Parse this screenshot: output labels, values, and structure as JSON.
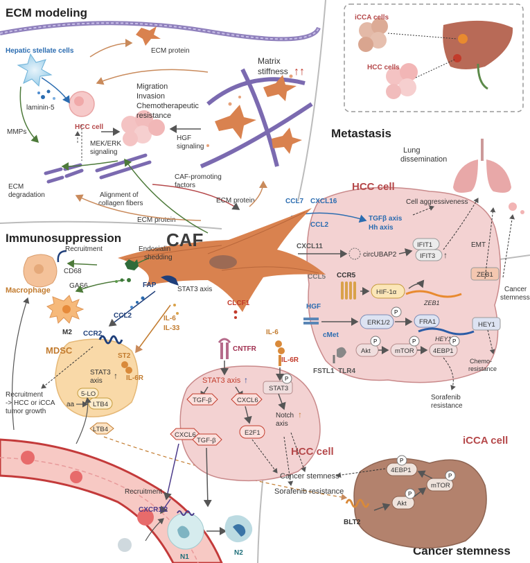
{
  "sections": {
    "ecm": "ECM modeling",
    "immuno": "Immunosuppression",
    "metastasis": "Metastasis",
    "stemness": "Cancer stemness"
  },
  "center": "CAF",
  "ecm": {
    "hsc": "Hepatic stellate cells",
    "laminin": "laminin-5",
    "hcc": "HCC cell",
    "mmps": "MMPs",
    "degradation": [
      "ECM",
      "degradation"
    ],
    "alignment": [
      "Alignment of",
      "collagen fibers"
    ],
    "mekerk": [
      "MEK/ERK",
      "signaling"
    ],
    "hgf": [
      "HGF",
      "signaling"
    ],
    "migration": [
      "Migration",
      "Invasion",
      "Chemotherapeutic",
      "resistance"
    ],
    "ecm_protein_top": "ECM protein",
    "ecm_protein_right": "ECM protein",
    "ecm_protein_bottom": "ECM protein",
    "stiffness": "Matrix",
    "stiffness2": "stiffness",
    "stiffness_arrows": "↑↑",
    "caf_promoting": [
      "CAF-promoting",
      "factors"
    ]
  },
  "inset": {
    "icca": "iCCA cells",
    "hcc": "HCC cells"
  },
  "metastasis": {
    "lung": [
      "Lung",
      "dissemination"
    ],
    "hcc_cell": "HCC cell",
    "ccl7": "CCL7",
    "cxcl16": "CXCL16",
    "ccl2": "CCL2",
    "tgfb_axis": "TGFβ axis",
    "hh_axis": "Hh axis",
    "aggressive": "Cell aggressiveness",
    "cxcl11": "CXCL11",
    "circ": "circUBAP2",
    "ifit1": "IFIT1",
    "ifit3": "IFIT3",
    "emt": "EMT",
    "zeb1": "ZEB1",
    "zeb1_gene": "ZEB1",
    "ccl5": "CCL5",
    "ccr5": "CCR5",
    "hif": "HIF-1α",
    "cancer_stemness": [
      "Cancer",
      "stemness"
    ],
    "hgf": "HGF",
    "cmet": "cMet",
    "erk": "ERK1/2",
    "fra1": "FRA1",
    "hey1_gene": "HEY1",
    "hey1": "HEY1",
    "akt": "Akt",
    "mtor": "mTOR",
    "ebp1": "4EBP1",
    "p": "P",
    "fstl1": "FSTL1",
    "tlr4": "TLR4",
    "chemo": [
      "Chemo-",
      "resistance"
    ],
    "sorafenib": [
      "Sorafenib",
      "resistance"
    ]
  },
  "immuno": {
    "recruitment": "Recruitment",
    "cd68": "CD68",
    "endosialin": [
      "Endosialin",
      "shedding"
    ],
    "gas6": "GAS6",
    "macrophage": "Macrophage",
    "m2": "M2",
    "fap": "FAP",
    "stat3": "STAT3 axis",
    "ccl2": "CCL2",
    "mdsc": "MDSC",
    "ccr2": "CCR2",
    "st2": "ST2",
    "il6": "IL-6",
    "il33": "IL-33",
    "il6r": "IL-6R",
    "stat3_axis": [
      "STAT3",
      "axis"
    ],
    "lo5": "5-LO",
    "aa": "aa",
    "ltb4": "LTB4",
    "ltb4_out": "LTB4",
    "recruit_text": [
      "Recruitment",
      "-> HCC or iCCA",
      "tumor growth"
    ],
    "recruitment2": "Recruitment",
    "cxcr": "CXCR1/2",
    "n1": "N1",
    "n2": "N2"
  },
  "stemness": {
    "clcf1": "CLCF1",
    "cntfr": "CNTFR",
    "il6": "IL-6",
    "il6r": "IL-6R",
    "stat3_axis": "STAT3 axis",
    "stat3": "STAT3",
    "tgfb": "TGF-β",
    "cxcl6": "CXCL6",
    "notch": [
      "Notch",
      "axis"
    ],
    "e2f1": "E2F1",
    "hcc_cell": "HCC cell",
    "cxcl6_out": "CXCL6",
    "tgfb_out": "TGF-β",
    "cancer_stemness": "Cancer stemness",
    "sorafenib": "Sorafenib resistance",
    "icca_cell": "iCCA cell",
    "blt2": "BLT2",
    "akt": "Akt",
    "mtor": "mTOR",
    "ebp1": "4EBP1",
    "p": "P"
  },
  "colors": {
    "caf": "#d9824f",
    "hcc_fill": "#f3d2d2",
    "hcc_edge": "#c9898a",
    "icca_fill": "#b3826d",
    "mdsc_fill": "#f9d9a8",
    "title_red": "#b5484a",
    "blue": "#2b6cb0",
    "orange": "#c27b2e",
    "navy": "#1f3f7a"
  }
}
